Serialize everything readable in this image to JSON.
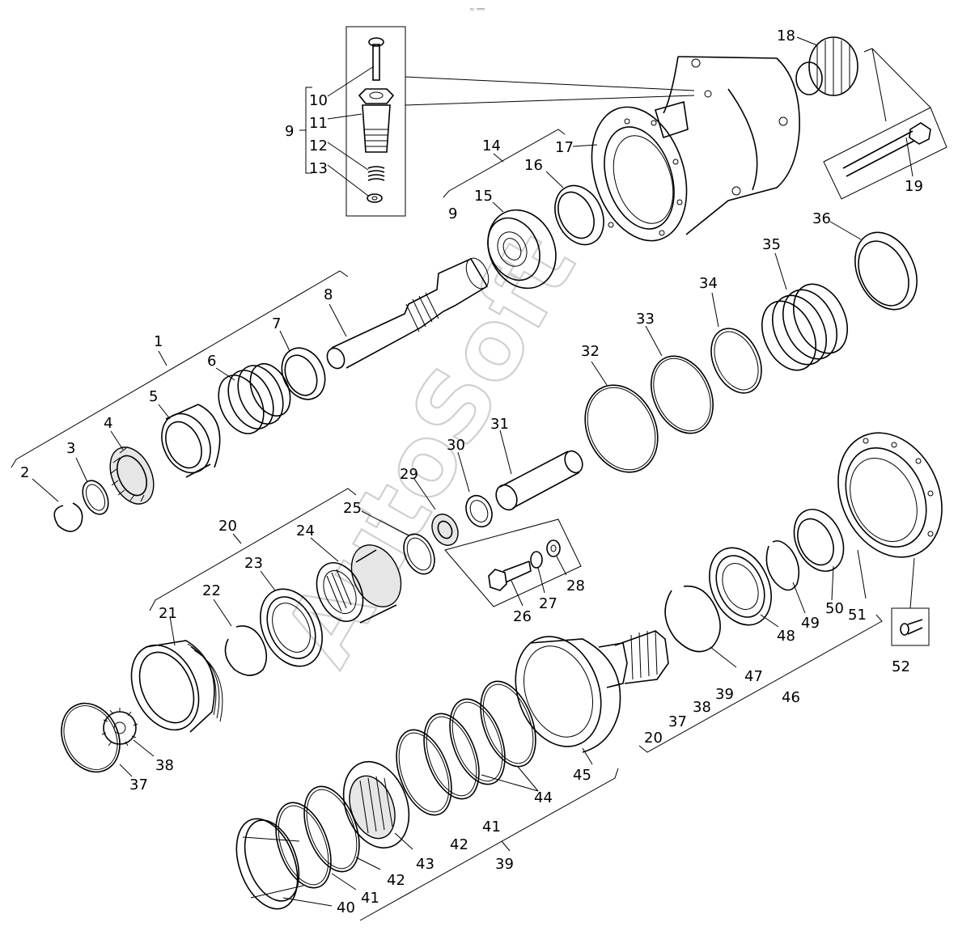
{
  "diagram": {
    "corner_mark": "≈ ══",
    "watermark": "AutoSoft",
    "labels": {
      "l1": "1",
      "l2": "2",
      "l3": "3",
      "l4": "4",
      "l5": "5",
      "l6": "6",
      "l7": "7",
      "l8": "8",
      "l9a": "9",
      "l9b": "9",
      "l10": "10",
      "l11": "11",
      "l12": "12",
      "l13": "13",
      "l14": "14",
      "l15": "15",
      "l16": "16",
      "l17": "17",
      "l18": "18",
      "l19": "19",
      "l20a": "20",
      "l20b": "20",
      "l21": "21",
      "l22": "22",
      "l23": "23",
      "l24": "24",
      "l25": "25",
      "l26": "26",
      "l27": "27",
      "l28": "28",
      "l29": "29",
      "l30": "30",
      "l31": "31",
      "l32": "32",
      "l33": "33",
      "l34": "34",
      "l35": "35",
      "l36": "36",
      "l37a": "37",
      "l37b": "37",
      "l38a": "38",
      "l38b": "38",
      "l39a": "39",
      "l39b": "39",
      "l40": "40",
      "l41a": "41",
      "l41b": "41",
      "l42a": "42",
      "l42b": "42",
      "l43": "43",
      "l44": "44",
      "l45": "45",
      "l46": "46",
      "l47": "47",
      "l48": "48",
      "l49": "49",
      "l50": "50",
      "l51": "51",
      "l52": "52"
    }
  }
}
